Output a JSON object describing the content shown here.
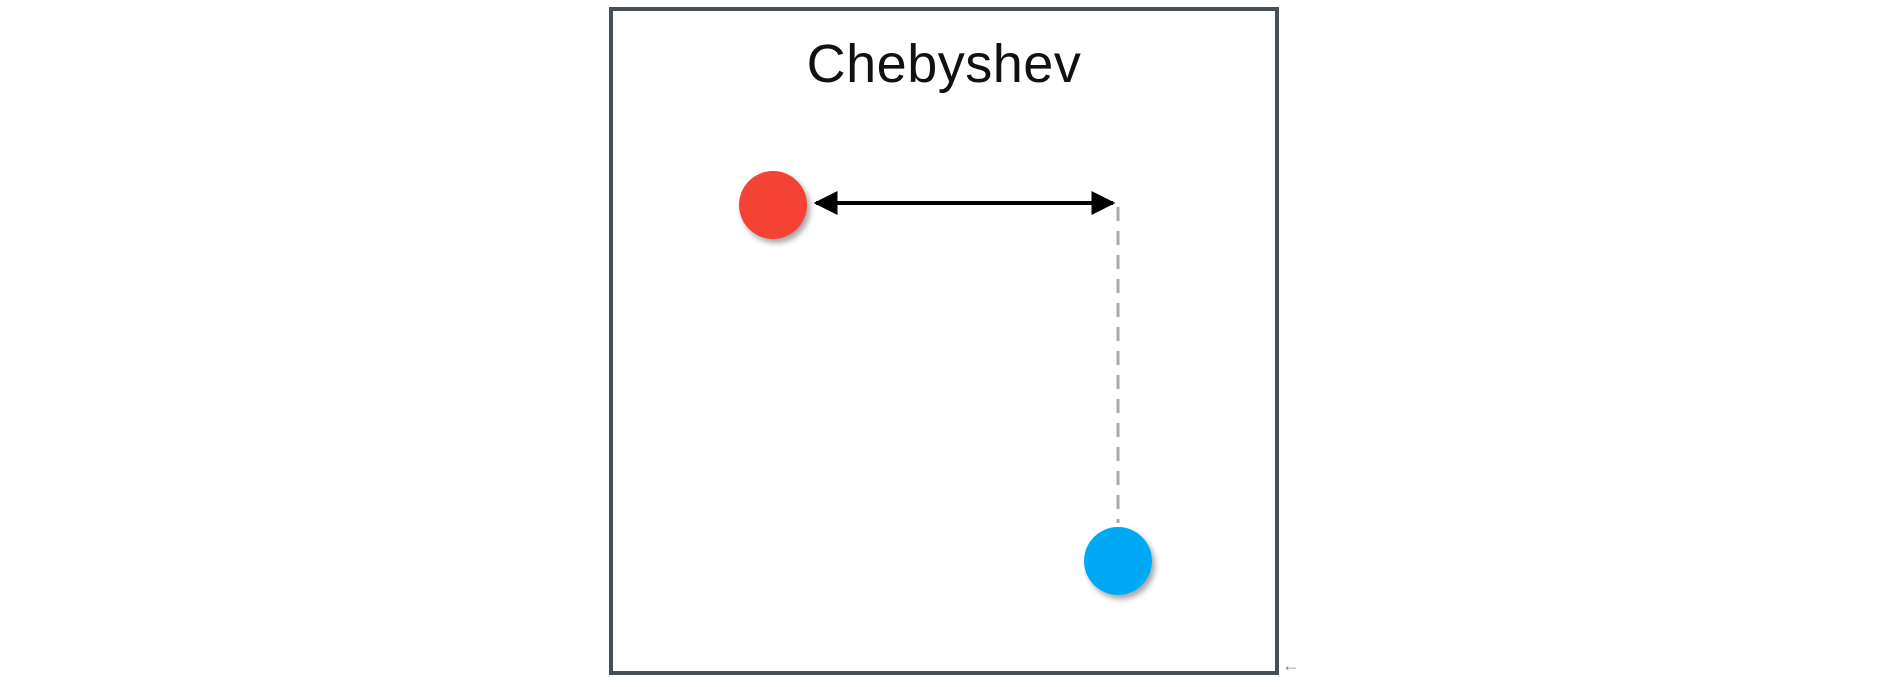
{
  "diagram": {
    "title": "Chebyshev",
    "points": [
      {
        "name": "red-point",
        "color": "#f44336"
      },
      {
        "name": "blue-point",
        "color": "#03a9f4"
      }
    ],
    "edges": [
      {
        "name": "horizontal-distance-arrow",
        "style": "solid",
        "arrowheads": "both",
        "color": "#000000"
      },
      {
        "name": "vertical-projection-line",
        "style": "dashed",
        "color": "#aaaaaa"
      }
    ]
  },
  "colors": {
    "frame": "#474f56",
    "red_point": "#f44336",
    "blue_point": "#03a9f4"
  }
}
